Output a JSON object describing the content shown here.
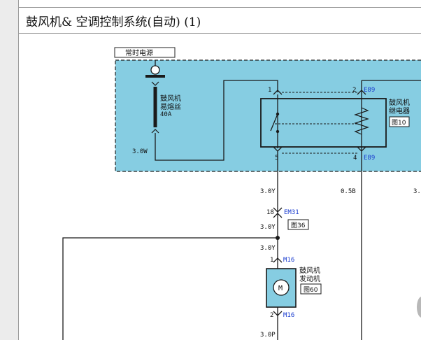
{
  "title": "鼓风机& 空调控制系统(自动) (1)",
  "power_label": "常时电源",
  "fuse": {
    "line1": "鼓风机",
    "line2": "易熔丝",
    "rating": "40A"
  },
  "relay": {
    "line1": "鼓风机",
    "line2": "继电器",
    "ref": "图10"
  },
  "motor": {
    "line1": "鼓风机",
    "line2": "发动机",
    "ref": "图60",
    "symbol": "M"
  },
  "pins": {
    "p1": "1",
    "p2": "2",
    "p4": "4",
    "p5": "5",
    "m1": "1",
    "m2": "2",
    "c18": "18"
  },
  "connectors": {
    "e89_top": "E89",
    "e89_bottom": "E89",
    "em31": "EM31",
    "m16_top": "M16",
    "m16_bottom": "M16"
  },
  "refs": {
    "em31": "图36"
  },
  "wires": {
    "w_3_0w": "3.0W",
    "w_3_0y_a": "3.0Y",
    "w_0_5b": "0.5B",
    "w_3_edge": "3.",
    "w_3_0y_b": "3.0Y",
    "w_3_0y_c": "3.0Y",
    "w_3_0p": "3.0P"
  },
  "colors": {
    "panel": "#86cde2",
    "connector": "#1a3ccf",
    "wire": "#1a1a1a",
    "motor_fill": "#86cde2"
  }
}
